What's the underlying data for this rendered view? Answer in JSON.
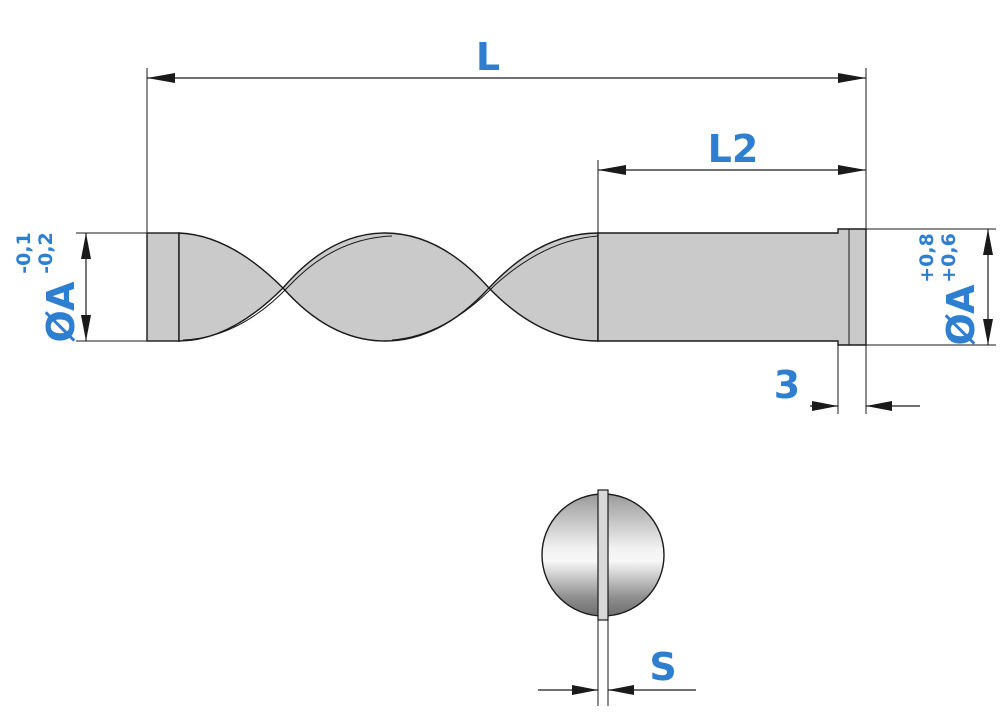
{
  "labels": {
    "overall_length": "L",
    "shank_length": "L2",
    "collar_width": "3",
    "left_diameter": "ØA",
    "left_tolerance_upper": "-0,1",
    "left_tolerance_lower": "-0,2",
    "right_diameter": "ØA",
    "right_tolerance_upper": "+0,8",
    "right_tolerance_lower": "+0,6",
    "slot_width": "S"
  },
  "colors": {
    "dimension_text": "#2e7fd0",
    "part_fill": "#cacaca",
    "line": "#1a1a1a"
  }
}
